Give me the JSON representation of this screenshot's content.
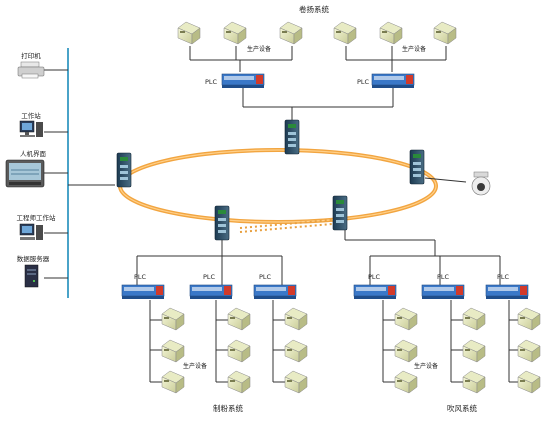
{
  "systems": {
    "top": "卷扬系统",
    "bottom_left": "制粉系统",
    "bottom_right": "吹风系统"
  },
  "plc_label": "PLC",
  "device_label": "生产设备",
  "left_panel": {
    "printer": "打印机",
    "workstation": "工作站",
    "hmi": "人机界面",
    "engineer": "工程师工作站",
    "server": "数据服务器"
  },
  "colors": {
    "ring": "#f2a540",
    "bus": "#4aa3c8",
    "plc_body": "#3a78c8",
    "plc_red": "#d23a2a"
  },
  "icons": [
    "printer-icon",
    "workstation-icon",
    "hmi-panel-icon",
    "engineer-workstation-icon",
    "server-icon",
    "switch-icon",
    "plc-icon",
    "device-icon",
    "camera-icon"
  ]
}
